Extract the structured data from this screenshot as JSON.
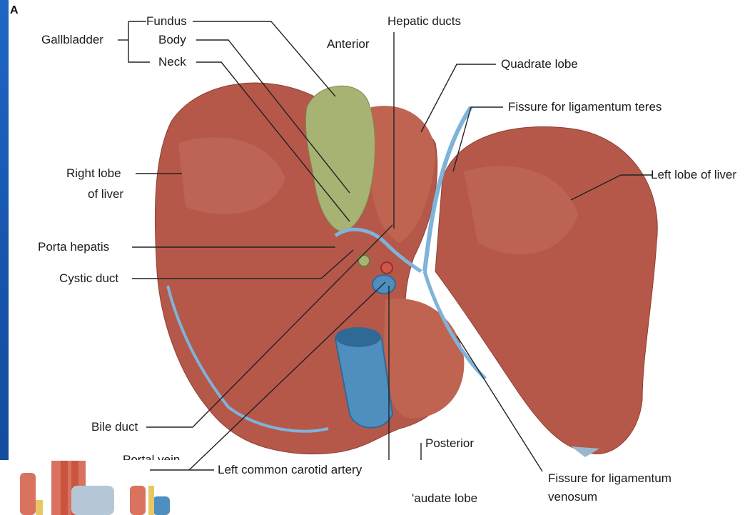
{
  "figure_letter": "A",
  "labels": {
    "fundus": "Fundus",
    "gallbladder": "Gallbladder",
    "body": "Body",
    "neck": "Neck",
    "hepatic_ducts": "Hepatic ducts",
    "anterior": "Anterior",
    "quadrate_lobe": "Quadrate lobe",
    "fissure_teres": "Fissure for ligamentum teres",
    "left_lobe": "Left lobe of liver",
    "right_lobe_1": "Right lobe",
    "right_lobe_2": "of liver",
    "porta_hepatis": "Porta hepatis",
    "cystic_duct": "Cystic duct",
    "bile_duct": "Bile duct",
    "portal_vein_partial": "Portal vein",
    "posterior": "Posterior",
    "left_common_carotid": "Left common carotid artery",
    "caudate_lobe_partial": "'audate lobe",
    "fissure_venosum_1": "Fissure for ligamentum",
    "fissure_venosum_2": "venosum"
  },
  "colors": {
    "liver": "#b5584a",
    "liver_light": "#c77062",
    "gallbladder": "#a7b372",
    "vessel_blue": "#4f8fc0",
    "slide_blue": "#1a5fb4"
  }
}
